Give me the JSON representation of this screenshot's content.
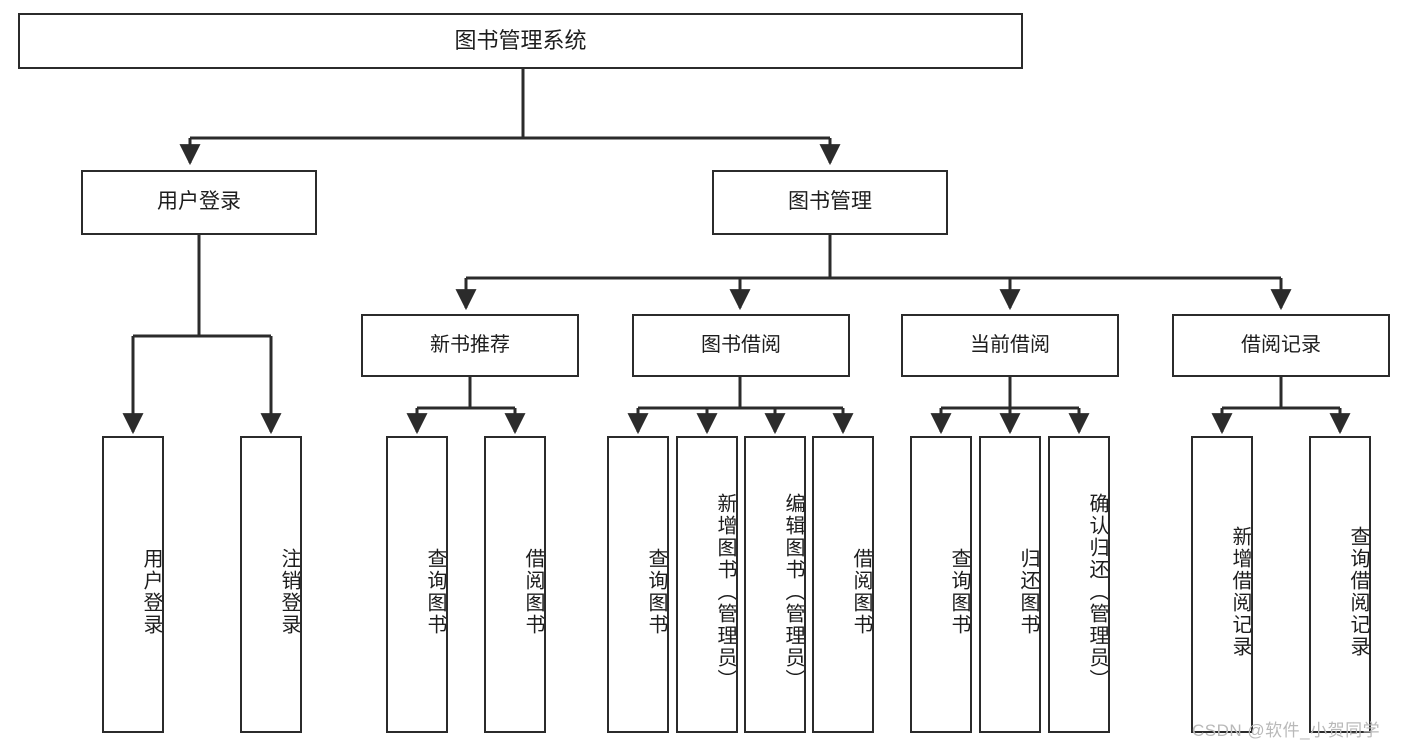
{
  "diagram": {
    "title": "图书管理系统",
    "type": "tree-hierarchy-chart",
    "orientation": "top-down",
    "colors": {
      "box_border": "#2b2b2b",
      "box_fill": "#ffffff",
      "connector": "#2b2b2b",
      "text": "#1d1d1d",
      "watermark": "#b9b9b9",
      "background": "#ffffff"
    }
  },
  "root": {
    "label": "图书管理系统"
  },
  "level2": [
    {
      "label": "用户登录"
    },
    {
      "label": "图书管理"
    }
  ],
  "level3": [
    {
      "label": "新书推荐"
    },
    {
      "label": "图书借阅"
    },
    {
      "label": "当前借阅"
    },
    {
      "label": "借阅记录"
    }
  ],
  "leaves": {
    "user_login": [
      {
        "label": "用户登录"
      },
      {
        "label": "注销登录"
      }
    ],
    "new_book_recommend": [
      {
        "label": "查询图书"
      },
      {
        "label": "借阅图书"
      }
    ],
    "book_borrow": [
      {
        "label": "查询图书"
      },
      {
        "label": "新增图书（管理员）"
      },
      {
        "label": "编辑图书（管理员）"
      },
      {
        "label": "借阅图书"
      }
    ],
    "current_borrow": [
      {
        "label": "查询图书"
      },
      {
        "label": "归还图书"
      },
      {
        "label": "确认归还（管理员）"
      }
    ],
    "borrow_records": [
      {
        "label": "新增借阅记录"
      },
      {
        "label": "查询借阅记录"
      }
    ]
  },
  "watermark": {
    "text": "CSDN @软件_小贺同学"
  }
}
